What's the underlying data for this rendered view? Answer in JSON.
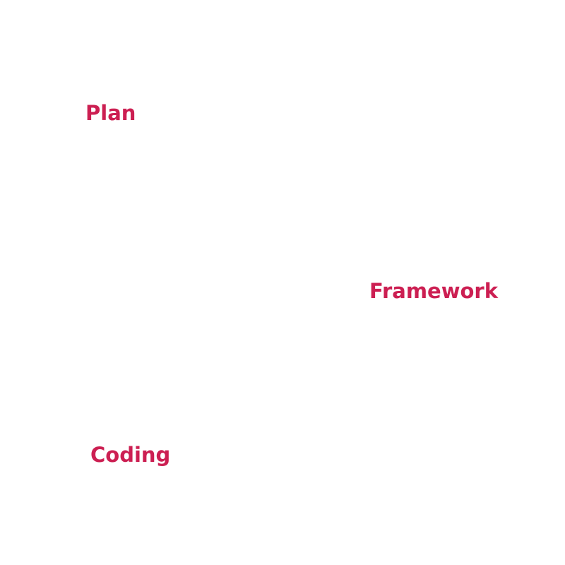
{
  "accent_color": "#cc1f52",
  "steps": [
    {
      "label": "Plan"
    },
    {
      "label": "Framework"
    },
    {
      "label": "Coding"
    }
  ]
}
